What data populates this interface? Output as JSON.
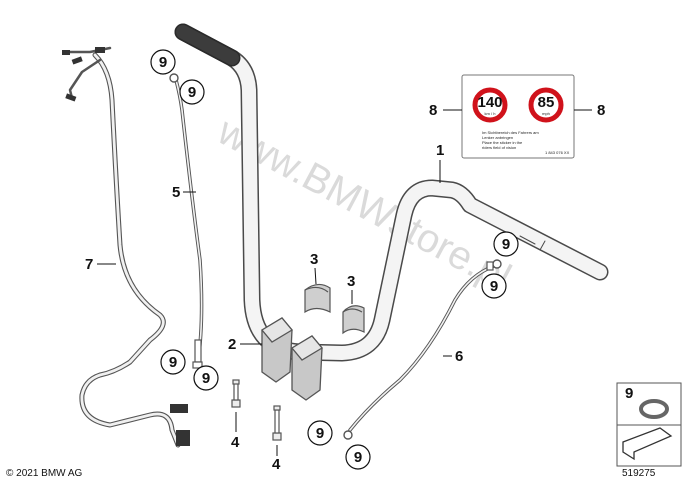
{
  "part_labels": {
    "p1": "1",
    "p2": "2",
    "p3a": "3",
    "p3b": "3",
    "p4a": "4",
    "p4b": "4",
    "p5": "5",
    "p6": "6",
    "p7": "7",
    "p8a": "8",
    "p8b": "8"
  },
  "circled_labels": {
    "c1": "9",
    "c2": "9",
    "c3": "9",
    "c4": "9",
    "c5": "9",
    "c6": "9",
    "c7": "9",
    "c8": "9",
    "legend": "9"
  },
  "sticker": {
    "speed_left": "140",
    "unit_left": "km / h",
    "speed_right": "85",
    "unit_right": "mph",
    "line1": "Im Sichtbereich des Fahrers am",
    "line2": "Lenker anbringen",
    "line3": "Place the sticker in the",
    "line4": "riders field of vision",
    "code": "1 843 076 XX"
  },
  "watermark": "www.BMWstore.pl",
  "copyright": "© 2021 BMW AG",
  "diagram_number": "519275",
  "colors": {
    "stop_red": "#d0121b",
    "line": "#4a4a4a",
    "frame": "#555555"
  }
}
